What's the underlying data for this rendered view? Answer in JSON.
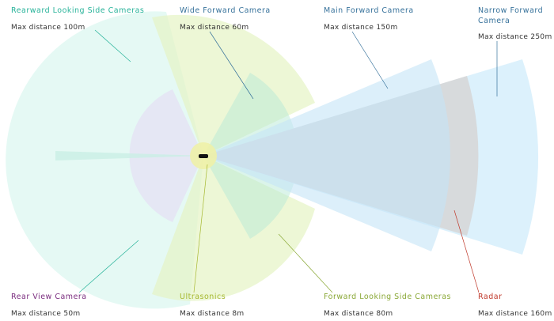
{
  "colors": {
    "rearward_side": "#28b39a",
    "wide_forward": "#37729b",
    "main_forward": "#37729b",
    "narrow_forward": "#37729b",
    "rear_view": "#7b2d7f",
    "ultrasonics": "#a6b82f",
    "forward_side": "#8aa836",
    "radar": "#c0392b"
  },
  "sensors": {
    "rearward_side": {
      "label": "Rearward Looking Side Cameras",
      "distance": "Max distance 100m"
    },
    "wide_forward": {
      "label": "Wide Forward Camera",
      "distance": "Max distance 60m"
    },
    "main_forward": {
      "label": "Main Forward Camera",
      "distance": "Max distance 150m"
    },
    "narrow_forward": {
      "label": "Narrow Forward Camera",
      "distance": "Max distance 250m"
    },
    "rear_view": {
      "label": "Rear View Camera",
      "distance": "Max distance 50m"
    },
    "ultrasonics": {
      "label": "Ultrasonics",
      "distance": "Max distance 8m"
    },
    "forward_side": {
      "label": "Forward Looking Side Cameras",
      "distance": "Max distance 80m"
    },
    "radar": {
      "label": "Radar",
      "distance": "Max distance 160m"
    }
  }
}
